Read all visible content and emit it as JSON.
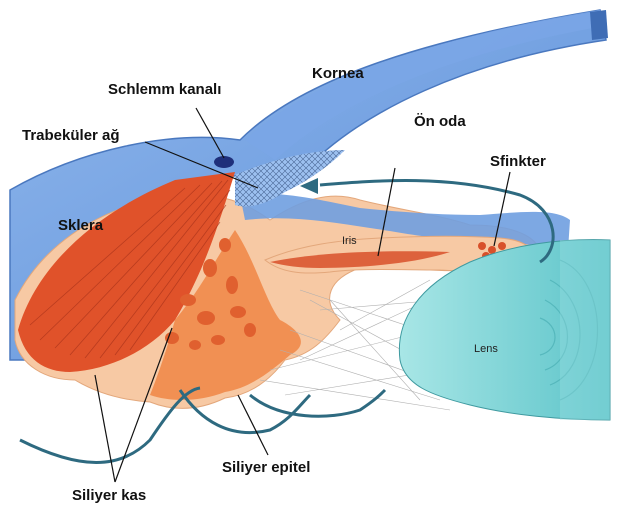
{
  "labels": {
    "kornea": "Kornea",
    "schlemm": "Schlemm kanalı",
    "trabekuler": "Trabeküler ağ",
    "on_oda": "Ön oda",
    "sfinkter": "Sfinkter",
    "sklera": "Sklera",
    "iris": "Iris",
    "lens": "Lens",
    "siliyer_epitel": "Siliyer epitel",
    "siliyer_kas": "Siliyer kas"
  },
  "colors": {
    "cornea_sclera": "#6f9ee0",
    "cornea_dark": "#4f7fc8",
    "ciliary_muscle": "#e0522a",
    "ciliary_body": "#f7c9a4",
    "iris_muscle": "#d8502a",
    "lens": "#7fd6d9",
    "aqueous_flow": "#2e6a80"
  }
}
